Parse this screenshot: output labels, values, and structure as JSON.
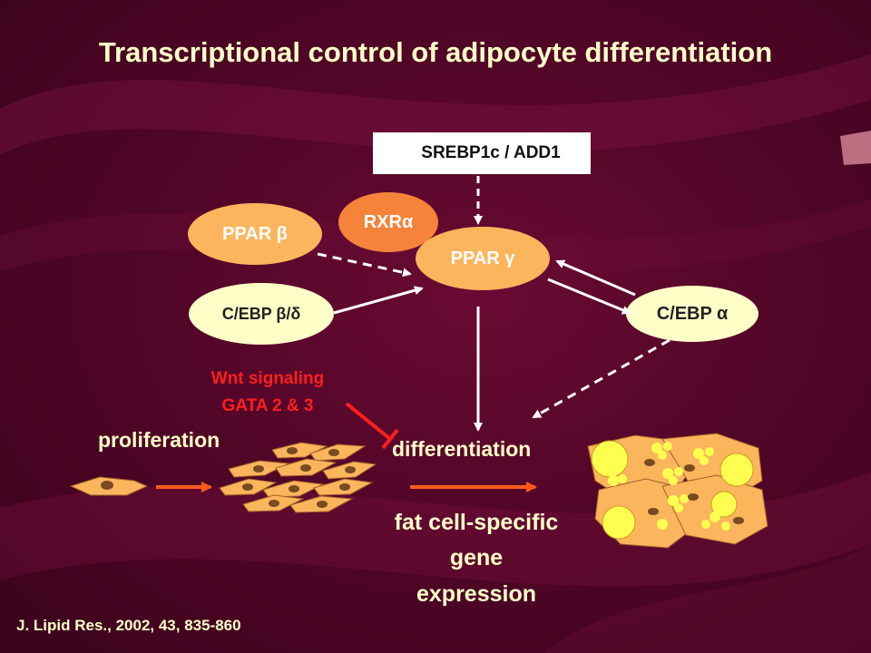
{
  "title": "Transcriptional control of adipocyte differentiation",
  "srebp": "SREBP1c / ADD1",
  "nodes": {
    "ppar_beta": "PPAR β",
    "rxr_alpha": "RXRα",
    "ppar_gamma": "PPAR γ",
    "cebp_beta_delta": "C/EBP  β/δ",
    "cebp_alpha": "C/EBP α"
  },
  "inhibitors": {
    "wnt": "Wnt signaling",
    "gata": "GATA 2 & 3"
  },
  "stages": {
    "proliferation": "proliferation",
    "differentiation": "differentiation"
  },
  "expression": {
    "line1": "fat cell-specific",
    "line2": "gene",
    "line3": "expression"
  },
  "citation": "J. Lipid Res., 2002, 43, 835-860",
  "colors": {
    "background": "#520628",
    "title_text": "#ffffc8",
    "node_orange": "#fbb55d",
    "node_rxr": "#f5833a",
    "node_cream": "#ffffc8",
    "inhibitor_red": "#ff1e1e",
    "process_arrow": "#ff5a1e"
  }
}
